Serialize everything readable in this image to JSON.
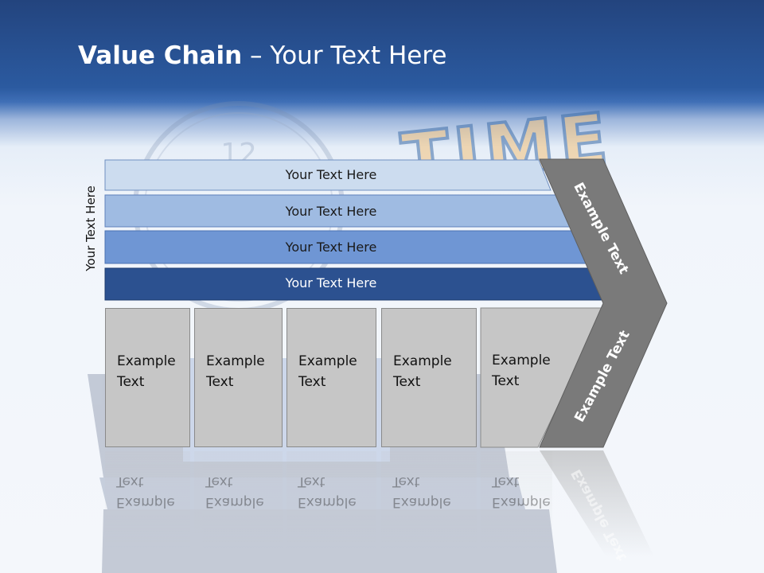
{
  "title": {
    "bold": "Value Chain",
    "rest": " – Your Text Here"
  },
  "side_label": "Your Text Here",
  "bands": [
    {
      "label": "Your Text Here"
    },
    {
      "label": "Your Text Here"
    },
    {
      "label": "Your Text Here"
    },
    {
      "label": "Your Text Here"
    }
  ],
  "boxes": [
    {
      "line1": "Example",
      "line2": "Text"
    },
    {
      "line1": "Example",
      "line2": "Text"
    },
    {
      "line1": "Example",
      "line2": "Text"
    },
    {
      "line1": "Example",
      "line2": "Text"
    },
    {
      "line1": "Example",
      "line2": "Text"
    }
  ],
  "chevron": {
    "upper_label": "Example Text",
    "lower_label": "Example Text"
  },
  "background_word": "TIME",
  "clock_numeral": "12",
  "colors": {
    "header": "#2b5aa0",
    "band1": "#ccdcef",
    "band2": "#9fbbe2",
    "band3": "#6f96d4",
    "band4": "#2c5190",
    "box": "#c6c6c6",
    "chevron": "#7a7a7a"
  }
}
